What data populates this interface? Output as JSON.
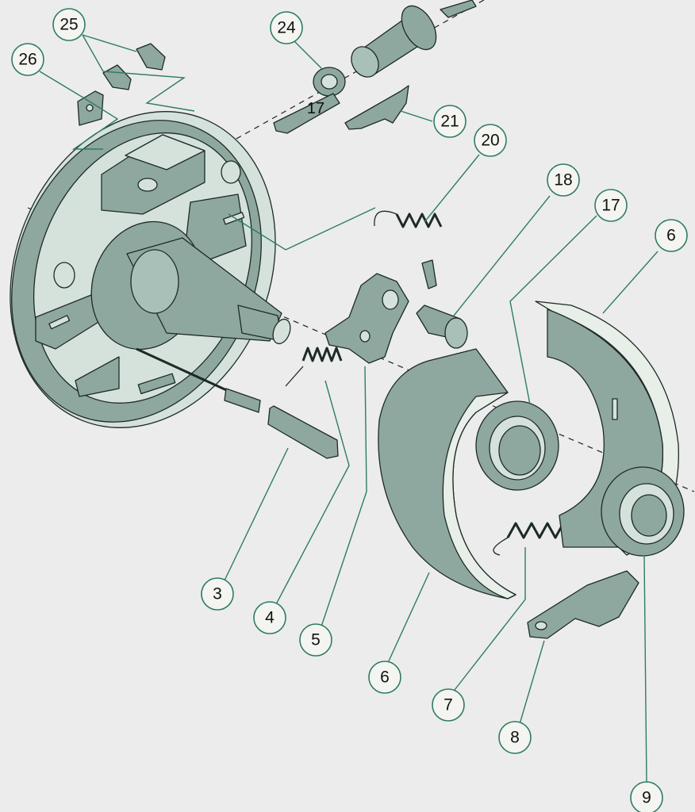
{
  "diagram": {
    "colors": {
      "background": "#ececec",
      "part_fill": "#8ea89f",
      "part_light": "#d5e2dc",
      "leader_line": "#2e7c66",
      "callout_fill": "#f4f4f0"
    },
    "callouts": [
      {
        "id": "c25",
        "label": "25"
      },
      {
        "id": "c26",
        "label": "26"
      },
      {
        "id": "c24",
        "label": "24"
      },
      {
        "id": "c21",
        "label": "21"
      },
      {
        "id": "c20",
        "label": "20"
      },
      {
        "id": "c18",
        "label": "18"
      },
      {
        "id": "c17",
        "label": "17"
      },
      {
        "id": "c6a",
        "label": "6"
      },
      {
        "id": "c3",
        "label": "3"
      },
      {
        "id": "c4",
        "label": "4"
      },
      {
        "id": "c5",
        "label": "5"
      },
      {
        "id": "c6b",
        "label": "6"
      },
      {
        "id": "c7",
        "label": "7"
      },
      {
        "id": "c8",
        "label": "8"
      },
      {
        "id": "c9",
        "label": "9"
      }
    ],
    "inline_labels": [
      {
        "id": "t17",
        "label": "17"
      }
    ]
  }
}
